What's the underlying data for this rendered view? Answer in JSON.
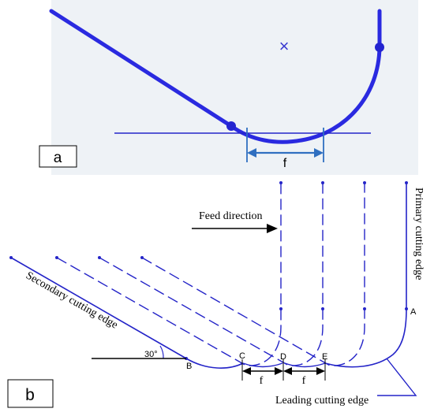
{
  "panel_a": {
    "label": "a",
    "dimension_label": "f",
    "center_mark": "×"
  },
  "panel_b": {
    "label": "b",
    "feed_direction": "Feed direction",
    "primary_edge": "Primary cutting edge",
    "secondary_edge": "Secondary cutting edge",
    "leading_edge": "Leading cutting edge",
    "angle": "30°",
    "points": {
      "A": "A",
      "B": "B",
      "C": "C",
      "D": "D",
      "E": "E"
    },
    "feed_labels": [
      "f",
      "f"
    ]
  },
  "colors": {
    "blue": "#2424c8",
    "photo_background": "#eef2f6",
    "dimension_blue": "#2f6fc0",
    "black": "#000000"
  }
}
